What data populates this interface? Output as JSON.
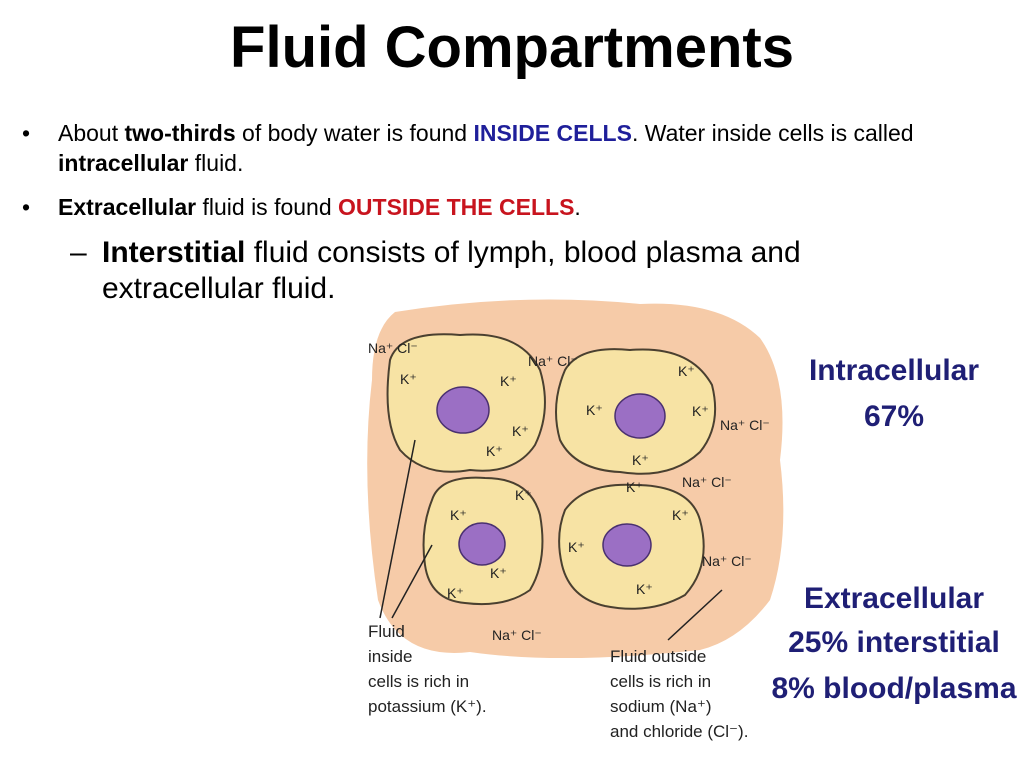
{
  "title": "Fluid Compartments",
  "bullets": [
    {
      "marker": "•",
      "part1": "About ",
      "part2_bold": "two-thirds",
      "part3": " of body water is found ",
      "part4_highlight": "INSIDE CELLS",
      "part5": ".  Water inside cells is called ",
      "part6_bold": "intracellular",
      "part7": " fluid."
    },
    {
      "marker": "•",
      "part1_bold": "Extracellular",
      "part2": " fluid is found ",
      "part3_highlight": "OUTSIDE THE CELLS",
      "part4": "."
    }
  ],
  "sub_bullet": {
    "marker": "–",
    "part1_bold": "Interstitial",
    "part2": " fluid consists of lymph, blood plasma and extracellular fluid."
  },
  "diagram": {
    "ions": {
      "na_cl": "Na⁺ Cl⁻",
      "k": "K⁺"
    },
    "caption_inside": [
      "Fluid",
      "inside",
      "cells is rich in",
      "potassium (K⁺)."
    ],
    "caption_outside": [
      "Fluid outside",
      "cells is rich in",
      "sodium (Na⁺)",
      "and chloride (Cl⁻)."
    ],
    "intracellular_label": [
      "Intracellular",
      "67%"
    ],
    "extracellular_label": [
      "Extracellular",
      "25% interstitial",
      "8% blood/plasma"
    ]
  },
  "colors": {
    "highlight_inside": "#1f1f9a",
    "highlight_outside": "#c8141e",
    "interstitial_bg": "#f6cba8",
    "cell_fill": "#f7e3a4",
    "nucleus": "#9b6fc4",
    "label_text": "#1f1f75"
  }
}
